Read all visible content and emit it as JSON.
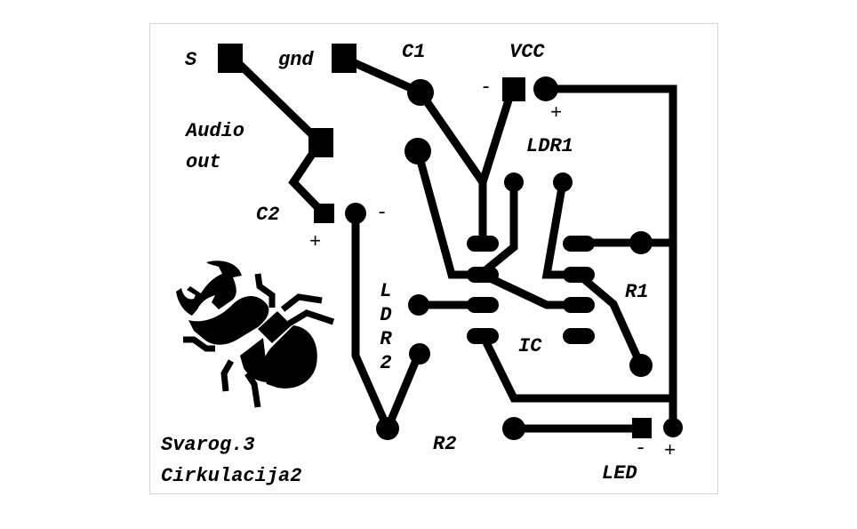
{
  "diagram": {
    "type": "pcb-layout",
    "colors": {
      "copper": "#000000",
      "background": "#ffffff",
      "border": "#d6d6d6"
    },
    "title_lines": [
      "Svarog.3",
      "Cirkulacija2"
    ],
    "labels": {
      "s": "S",
      "gnd": "gnd",
      "c1": "C1",
      "vcc": "VCC",
      "vcc_minus": "-",
      "vcc_plus": "+",
      "audio_out_line1": "Audio",
      "audio_out_line2": "out",
      "ldr1": "LDR1",
      "c2": "C2",
      "c2_minus": "-",
      "c2_plus": "+",
      "ldr2": "L D R 2",
      "r1": "R1",
      "ic": "IC",
      "r2": "R2",
      "led": "LED",
      "led_minus": "-",
      "led_plus": "+"
    },
    "components": [
      "S",
      "gnd",
      "C1",
      "VCC",
      "Audio out",
      "LDR1",
      "C2",
      "LDR2",
      "R1",
      "IC",
      "R2",
      "LED"
    ],
    "logo": "stag-beetle-icon"
  }
}
